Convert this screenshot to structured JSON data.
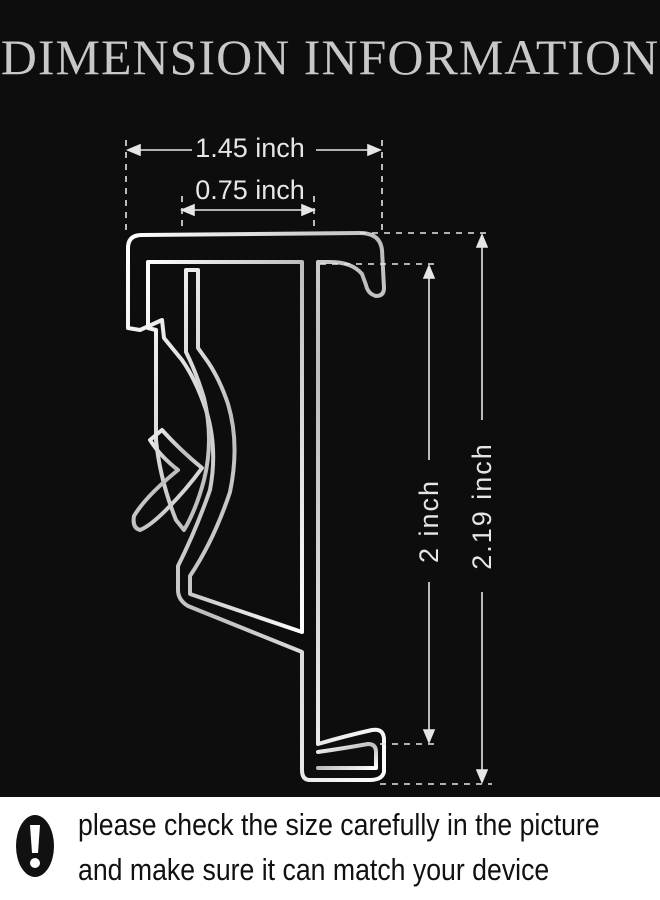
{
  "title": "DIMENSION INFORMATION",
  "dimensions": {
    "outer_width": "1.45 inch",
    "inner_width": "0.75 inch",
    "inner_height": "2 inch",
    "outer_height": "2.19 inch"
  },
  "notice": {
    "line1": "please check the size carefully in the picture",
    "line2": "and make sure it can match your device"
  },
  "icons": {
    "warning": "exclamation-icon"
  },
  "colors": {
    "background": "#0d0d0d",
    "part": "#f2f2f2",
    "text": "#e6e6e6"
  }
}
